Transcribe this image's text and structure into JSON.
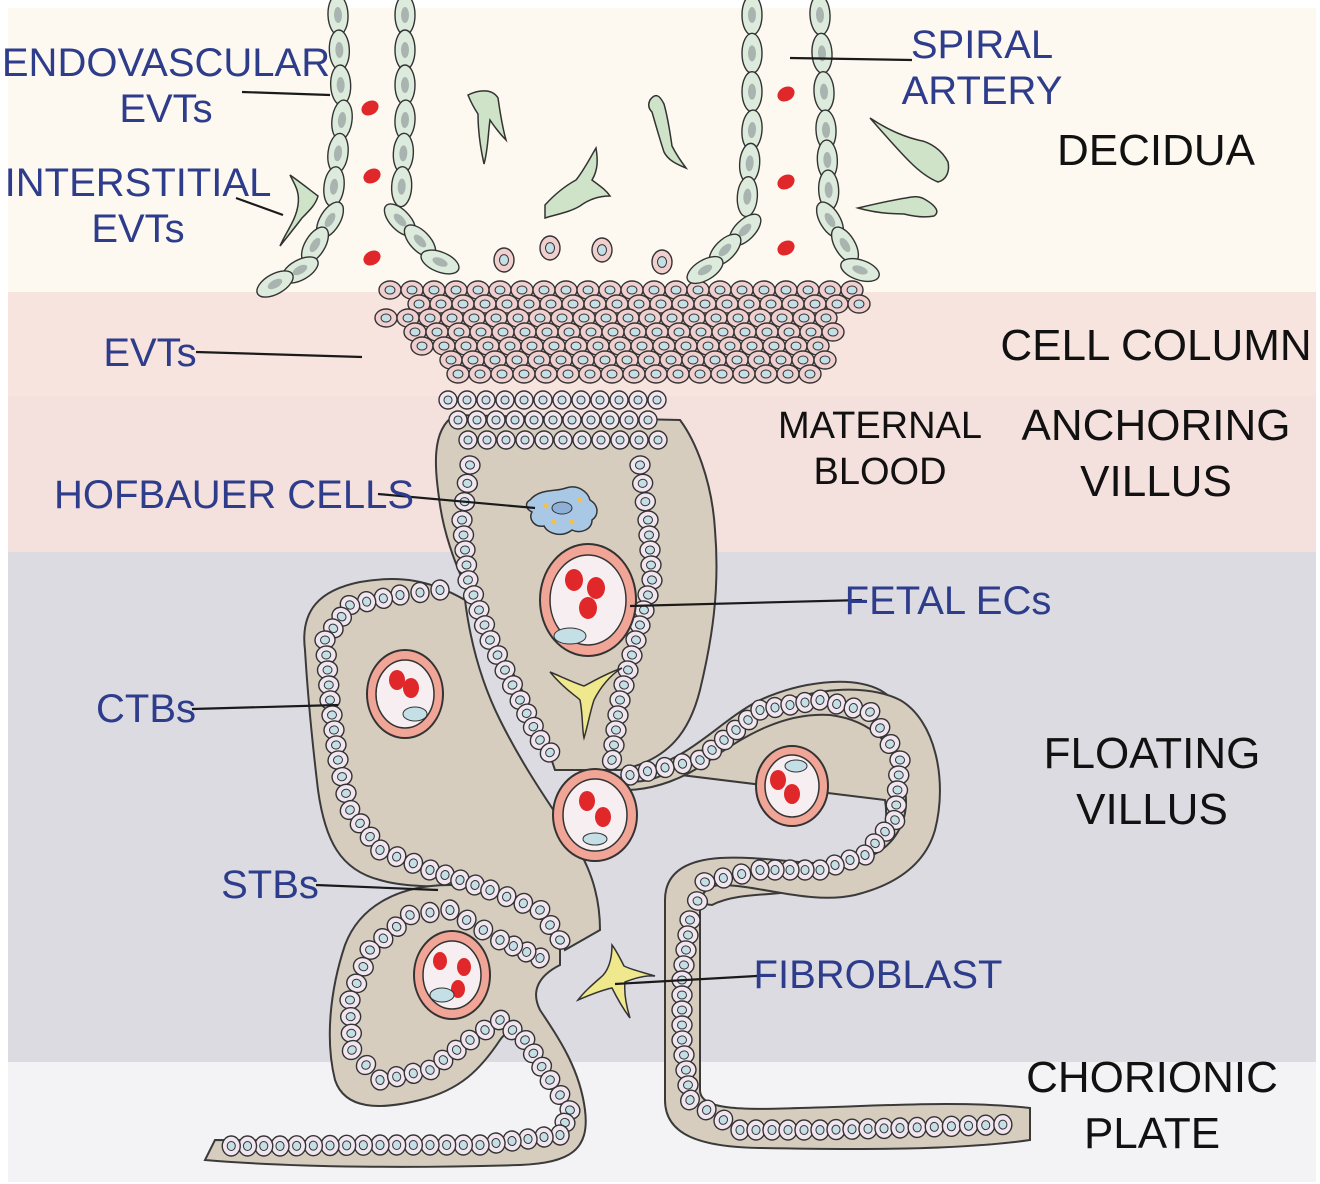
{
  "layers": [
    {
      "id": "decidua",
      "lines": [
        "DECIDUA"
      ],
      "color": "#fdf9f1"
    },
    {
      "id": "cell-column",
      "lines": [
        "CELL COLUMN"
      ],
      "color": "#f7e4de"
    },
    {
      "id": "anchoring-villus",
      "lines": [
        "ANCHORING",
        "VILLUS"
      ],
      "color": "#f4e0dc"
    },
    {
      "id": "floating-villus",
      "lines": [
        "FLOATING",
        "VILLUS"
      ],
      "color": "#dcdbe2"
    },
    {
      "id": "chorionic-plate",
      "lines": [
        "CHORIONIC",
        "PLATE"
      ],
      "color": "#f3f3f5"
    }
  ],
  "labels": {
    "endovascular_evts": [
      "ENDOVASCULAR",
      "EVTs"
    ],
    "interstitial_evts": [
      "INTERSTITIAL",
      "EVTs"
    ],
    "spiral_artery": [
      "SPIRAL",
      "ARTERY"
    ],
    "evts": [
      "EVTs"
    ],
    "maternal_blood": [
      "MATERNAL",
      "BLOOD"
    ],
    "hofbauer_cells": [
      "HOFBAUER CELLS"
    ],
    "fetal_ecs": [
      "FETAL ECs"
    ],
    "ctbs": [
      "CTBs"
    ],
    "stbs": [
      "STBs"
    ],
    "fibroblast": [
      "FIBROBLAST"
    ]
  },
  "colors": {
    "label_blue": "#2e3c8c",
    "stroma": "#d6cdbf",
    "ctb_fill": "#f1e6ef",
    "nucleus_blue": "#c4e0e6",
    "evt_fill": "#f1cfcf",
    "endothelial_green": "#dcebdc",
    "interstitial_green": "#cfe3c9",
    "rbc_red": "#e0282a",
    "vessel_wall": "#f0a596",
    "fibroblast_yellow": "#efe88c"
  }
}
